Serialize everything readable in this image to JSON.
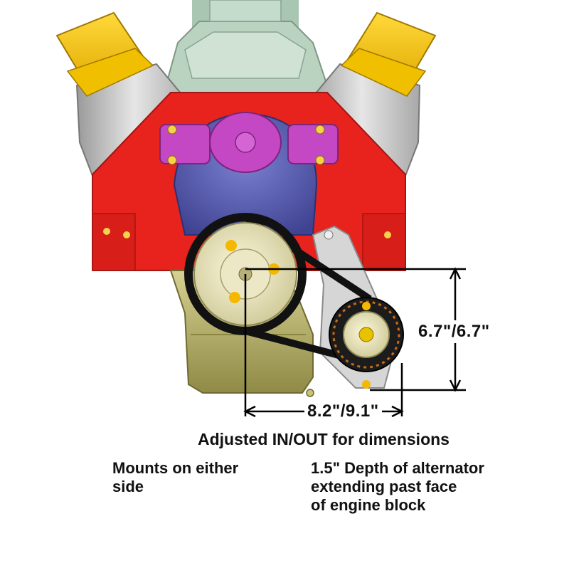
{
  "dimensions": {
    "vertical": "6.7\"/6.7\"",
    "horizontal": "8.2\"/9.1\""
  },
  "notes": {
    "adjusted": "Adjusted IN/OUT for dimensions",
    "mounts_line1": "Mounts on either",
    "mounts_line2": "side",
    "depth_line1": "1.5\" Depth of alternator",
    "depth_line2": "extending past face",
    "depth_line3": "of engine block"
  },
  "colors": {
    "block": "#e8231d",
    "valve_cover": "#f5c518",
    "head": "#c8c8c8",
    "intake": "#b9d3c0",
    "timing_cover": "#5a5fb0",
    "water_pump": "#c447c4",
    "oil_pan": "#b8b26a",
    "pulley": "#e8e4b8",
    "bracket": "#d0d0d0",
    "belt": "#111111"
  }
}
